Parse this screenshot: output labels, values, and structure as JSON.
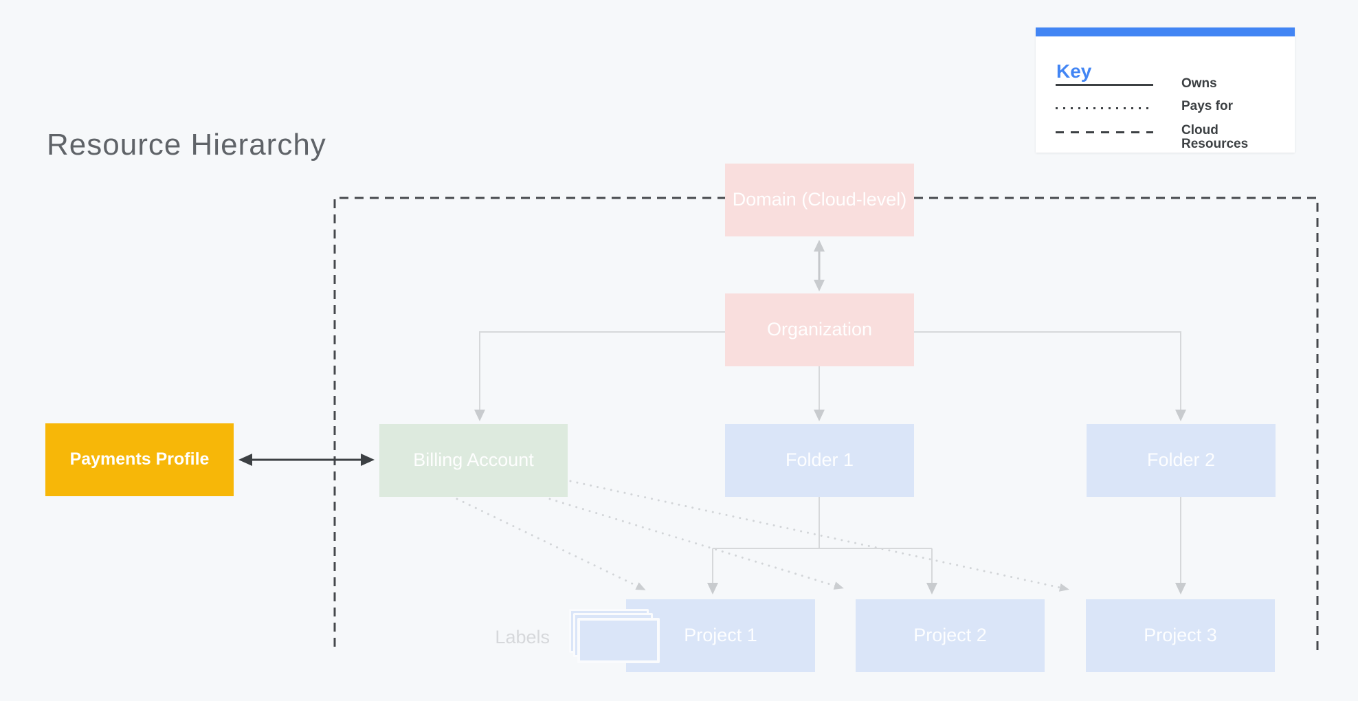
{
  "title": "Resource Hierarchy",
  "key": {
    "heading": "Key",
    "items": [
      {
        "line_style": "solid",
        "label": "Owns"
      },
      {
        "line_style": "dotted",
        "label": "Pays for"
      },
      {
        "line_style": "dashed",
        "label": "Cloud Resources"
      }
    ]
  },
  "nodes": {
    "domain": {
      "label": "Domain (Cloud-level)",
      "color_role": "pink"
    },
    "organization": {
      "label": "Organization",
      "color_role": "pink"
    },
    "payments_profile": {
      "label": "Payments Profile",
      "color_role": "yellow"
    },
    "billing_account": {
      "label": "Billing Account",
      "color_role": "green"
    },
    "folder1": {
      "label": "Folder 1",
      "color_role": "blue"
    },
    "folder2": {
      "label": "Folder 2",
      "color_role": "blue"
    },
    "project1": {
      "label": "Project 1",
      "color_role": "blue"
    },
    "project2": {
      "label": "Project 2",
      "color_role": "blue"
    },
    "project3": {
      "label": "Project 3",
      "color_role": "blue"
    }
  },
  "labels_caption": "Labels",
  "edges": {
    "owns": [
      [
        "Organization",
        "Billing Account"
      ],
      [
        "Organization",
        "Folder 1"
      ],
      [
        "Organization",
        "Folder 2"
      ],
      [
        "Folder 1",
        "Project 1"
      ],
      [
        "Folder 1",
        "Project 2"
      ],
      [
        "Folder 2",
        "Project 3"
      ]
    ],
    "pays_for": [
      [
        "Billing Account",
        "Project 1"
      ],
      [
        "Billing Account",
        "Project 2"
      ],
      [
        "Billing Account",
        "Project 3"
      ]
    ],
    "bidirectional": [
      [
        "Domain (Cloud-level)",
        "Organization"
      ],
      [
        "Payments Profile",
        "Billing Account"
      ]
    ]
  },
  "colors": {
    "bg": "#f6f8fa",
    "accent": "#4285f4",
    "pink": "#f9dedd",
    "green": "#ddeade",
    "blue": "#dae5f8",
    "yellow": "#f7b708",
    "dark_line": "#3c4043",
    "faded_line": "#d6d8da",
    "faded_arrow": "#c8cbce"
  }
}
